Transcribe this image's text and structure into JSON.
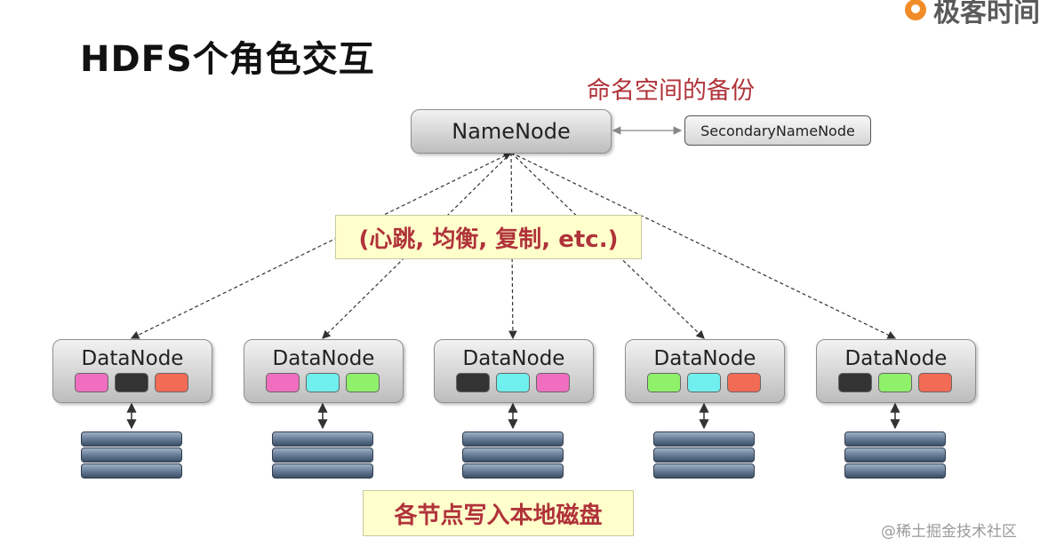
{
  "title": "HDFS个角色交互",
  "logo": {
    "text": "极客时间",
    "icon": "geekbang-logo-icon"
  },
  "backup_label": "命名空间的备份",
  "namenode": {
    "label": "NameNode"
  },
  "secondary_namenode": {
    "label": "SecondaryNameNode"
  },
  "interaction_label": "(心跳, 均衡, 复制, etc.)",
  "datanodes": [
    {
      "label": "DataNode",
      "blocks": [
        "#f06ec0",
        "#333333",
        "#f26b55"
      ]
    },
    {
      "label": "DataNode",
      "blocks": [
        "#f06ec0",
        "#6ff0ee",
        "#8ff06a"
      ]
    },
    {
      "label": "DataNode",
      "blocks": [
        "#333333",
        "#6ff0ee",
        "#f06ec0"
      ]
    },
    {
      "label": "DataNode",
      "blocks": [
        "#8ff06a",
        "#6ff0ee",
        "#f26b55"
      ]
    },
    {
      "label": "DataNode",
      "blocks": [
        "#333333",
        "#8ff06a",
        "#f26b55"
      ]
    }
  ],
  "write_label": "各节点写入本地磁盘",
  "watermark": "@稀土掘金技术社区"
}
